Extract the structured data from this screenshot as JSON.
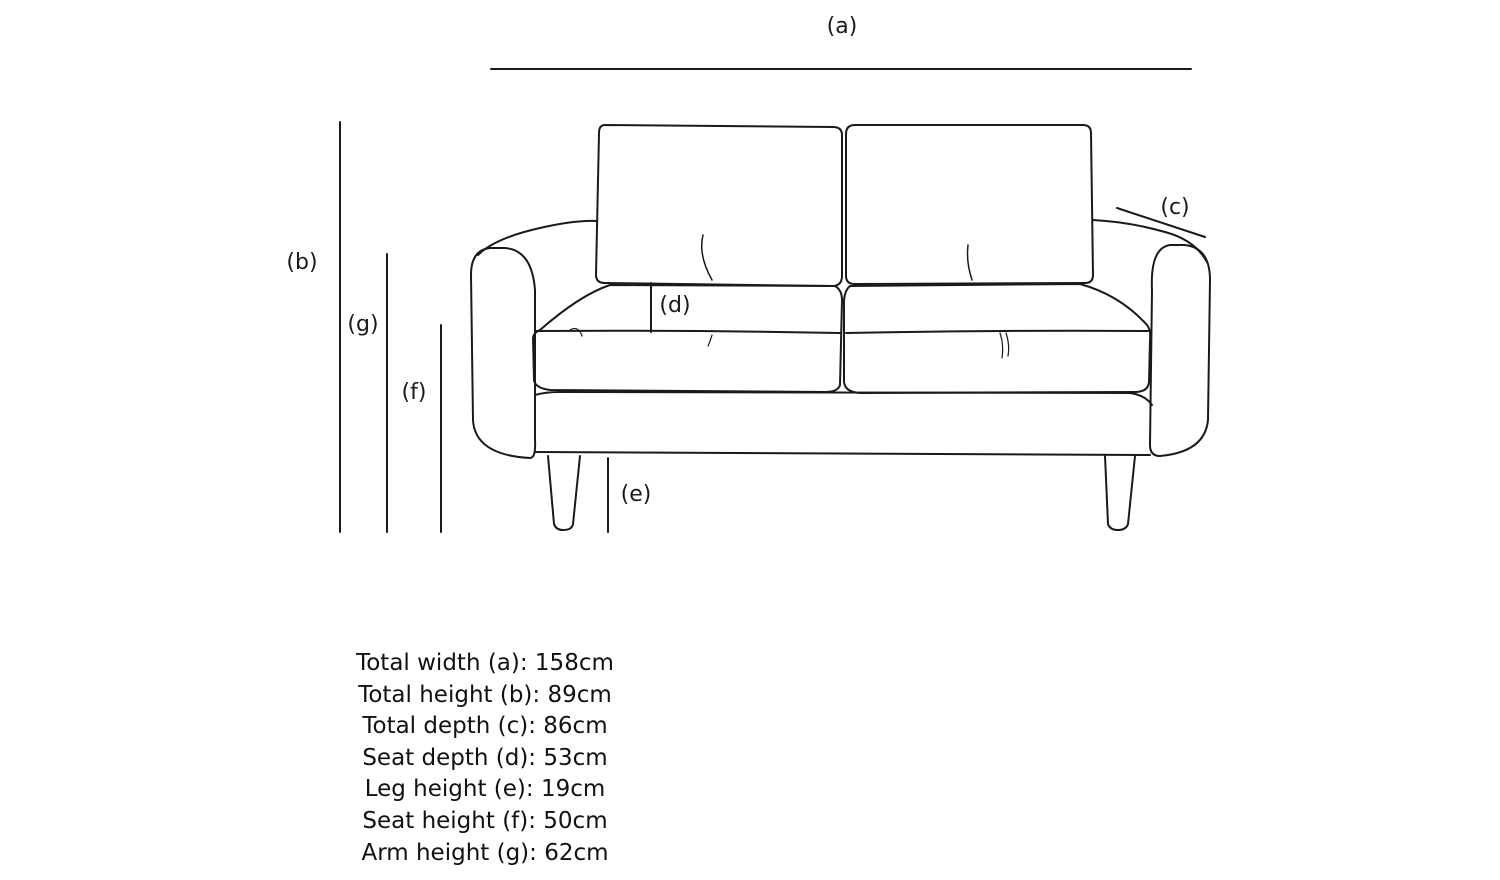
{
  "labels": {
    "a": "(a)",
    "b": "(b)",
    "c": "(c)",
    "d": "(d)",
    "e": "(e)",
    "f": "(f)",
    "g": "(g)"
  },
  "specs": [
    "Total width (a): 158cm",
    "Total height (b): 89cm",
    "Total depth (c): 86cm",
    "Seat depth (d): 53cm",
    "Leg height (e): 19cm",
    "Seat height (f): 50cm",
    "Arm height (g): 62cm"
  ],
  "colors": {
    "line": "#1a1a1a",
    "background": "#ffffff"
  }
}
